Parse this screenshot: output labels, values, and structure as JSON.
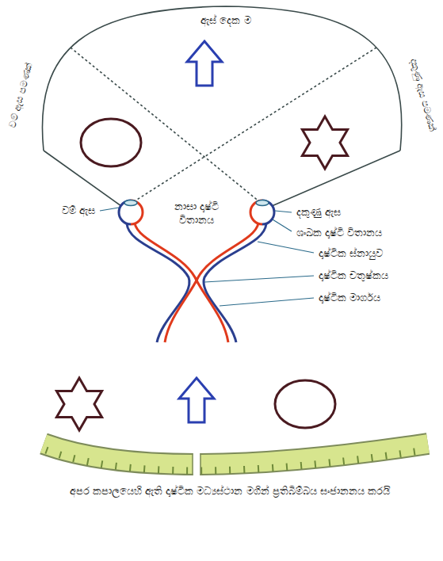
{
  "diagram": {
    "labels": [
      "ඇස් දෙක ම",
      "වම් ඇස පමණක්",
      "දකුණු ඇස පමණක්",
      "වම් ඇස",
      "නාසා දෘෂ්ටි විතානය",
      "දකුණු ඇස",
      "ශංඛක දෘෂ්ටි විතානය",
      "දෘෂ්ටික ස්නායුව",
      "දෘෂ්ටික චතුෂ්කය",
      "දෘෂ්ටික මාර්ගය",
      "අපර කපාලයෙහි ඇති දෘෂ්ටික මධ්‍යස්ථාන මගින් ප්‍රතිබිම්බය සංජානනය කරයි"
    ]
  }
}
